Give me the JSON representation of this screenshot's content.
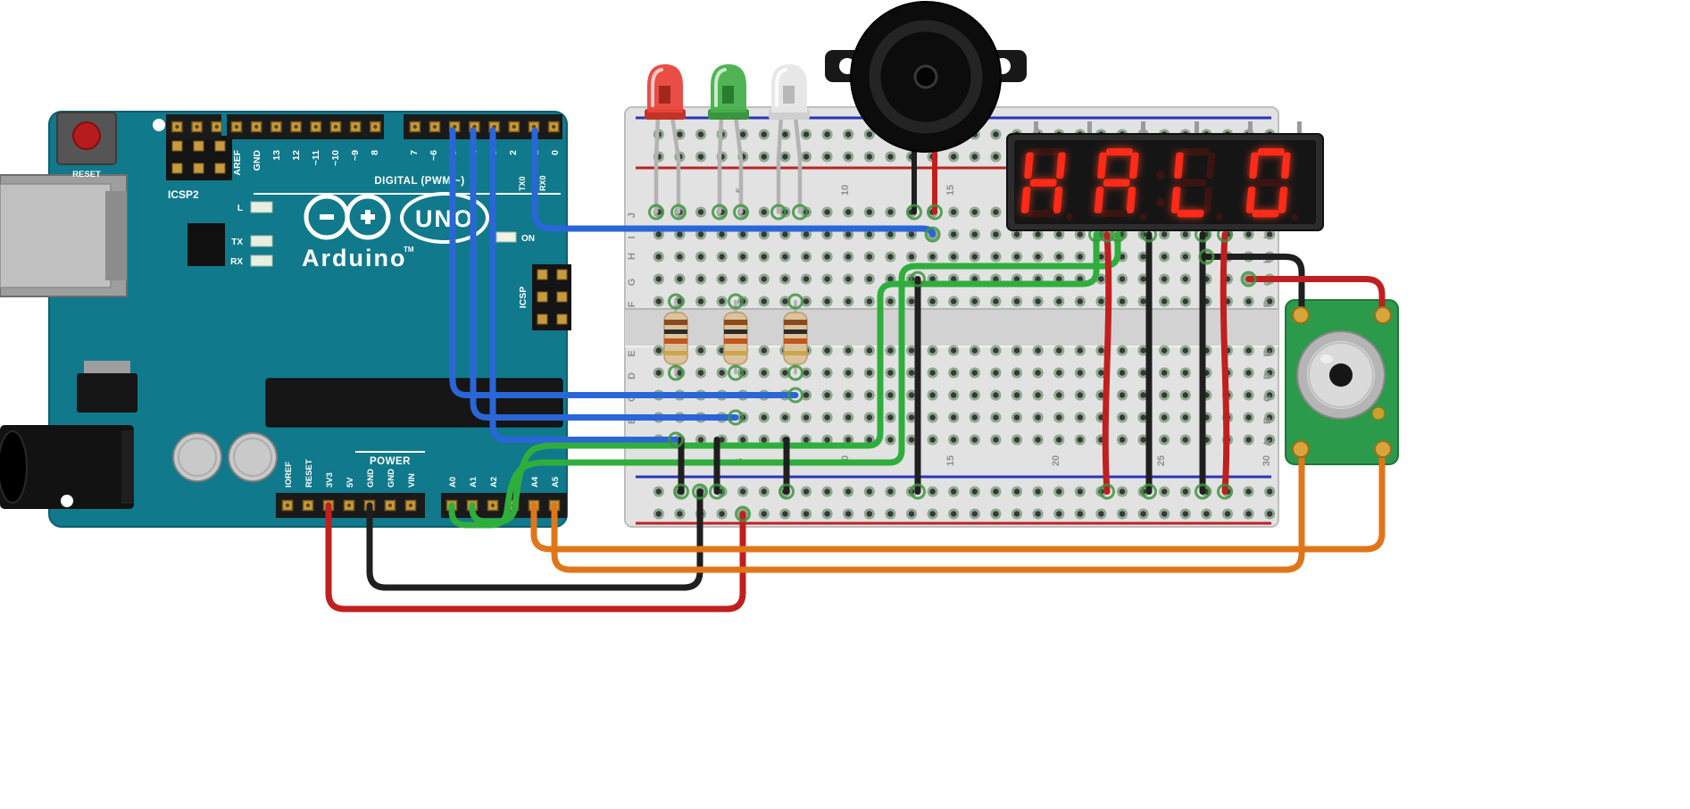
{
  "arduino": {
    "reset_label": "RESET",
    "icsp2_label": "ICSP2",
    "icsp_label": "ICSP",
    "digital_caption": "DIGITAL (PWM ~)",
    "top_pins": [
      "AREF",
      "GND",
      "13",
      "12",
      "~11",
      "~10",
      "~9",
      "8",
      "7",
      "~6",
      "~5",
      "4",
      "~3",
      "2",
      "1",
      "0"
    ],
    "tx_pin_label": "TX0",
    "rx_pin_label": "RX0",
    "led_l_label": "L",
    "led_tx_label": "TX",
    "led_rx_label": "RX",
    "led_on_label": "ON",
    "logo_text": "UNO",
    "brand_text": "Arduino",
    "trademark": "TM",
    "power_caption": "POWER",
    "power_pins": [
      "IOREF",
      "RESET",
      "3V3",
      "5V",
      "GND",
      "GND",
      "VIN"
    ],
    "analog_pins": [
      "A0",
      "A1",
      "A2",
      "A3",
      "A4",
      "A5"
    ]
  },
  "breadboard": {
    "row_letters_top": [
      "J",
      "I",
      "H",
      "G",
      "F"
    ],
    "row_letters_bottom": [
      "E",
      "D",
      "C",
      "B",
      "A"
    ],
    "column_marks": [
      "5",
      "10",
      "15",
      "20",
      "25",
      "30"
    ]
  },
  "display": {
    "value": "HAL0"
  },
  "colors": {
    "digit_on": "#ff2a18",
    "digit_off": "#3a1411",
    "wire_blue": "#2a66d8",
    "wire_green": "#2fae3d",
    "wire_red": "#c11f1f",
    "wire_black": "#1f1f1f",
    "wire_orange": "#e0761a"
  }
}
